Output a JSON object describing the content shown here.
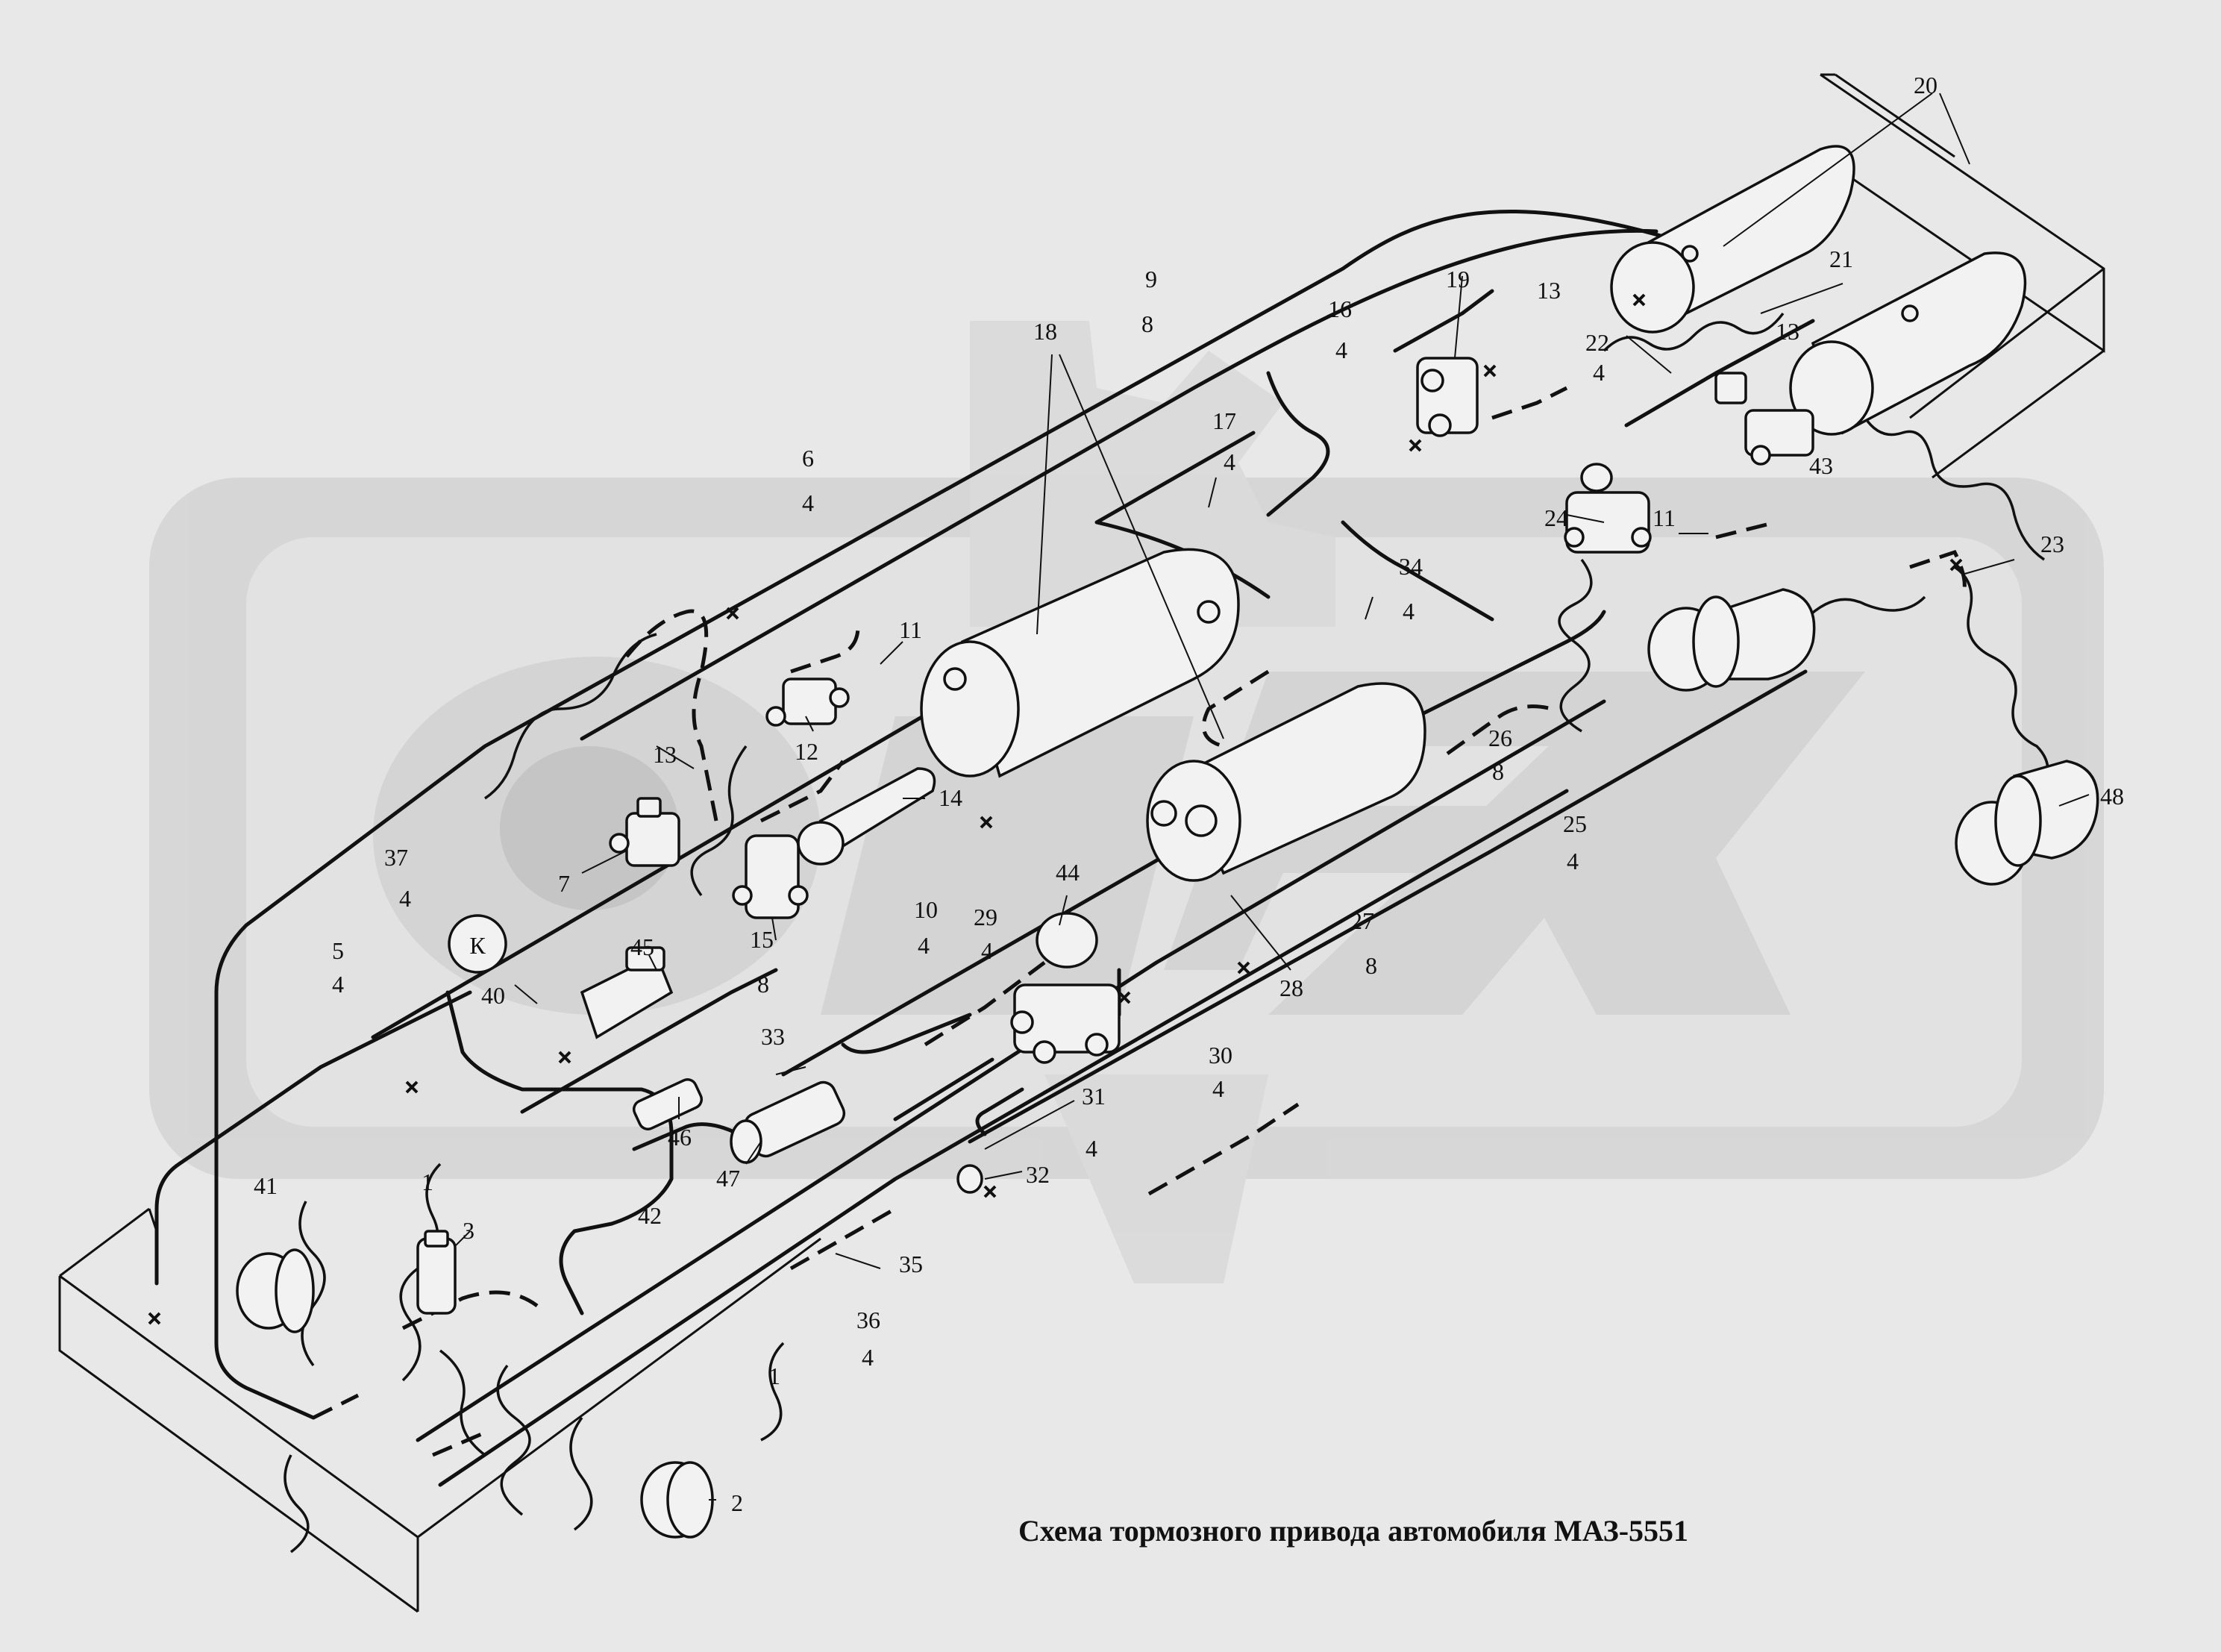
{
  "caption": "Схема тормозного привода автомобиля МАЗ-5551",
  "k_label": "К",
  "callouts": {
    "n20": "20",
    "n21": "21",
    "n19": "19",
    "n13a": "13",
    "n22": "22",
    "n4a": "4",
    "n13b": "13",
    "n43": "43",
    "n9": "9",
    "n8a": "8",
    "n16": "16",
    "n4b": "4",
    "n18": "18",
    "n17": "17",
    "n4c": "4",
    "n6": "6",
    "n4d": "4",
    "n24": "24",
    "n11a": "11",
    "n23": "23",
    "n34": "34",
    "n4e": "4",
    "n11b": "11",
    "n12": "12",
    "n13c": "13",
    "n14": "14",
    "n26": "26",
    "n8b": "8",
    "n25": "25",
    "n4f": "4",
    "n48": "48",
    "n37": "37",
    "n4g": "4",
    "n7": "7",
    "n15": "15",
    "n8c": "8",
    "n10": "10",
    "n4h": "4",
    "n29": "29",
    "n4i": "4",
    "n44": "44",
    "n28": "28",
    "n27": "27",
    "n8d": "8",
    "n5": "5",
    "n4j": "4",
    "n45": "45",
    "n40": "40",
    "n33": "33",
    "n46": "46",
    "n47": "47",
    "n30": "30",
    "n4k": "4",
    "n31": "31",
    "n4l": "4",
    "n32": "32",
    "n41": "41",
    "n1a": "1",
    "n42": "42",
    "n3": "3",
    "n35": "35",
    "n36": "36",
    "n4m": "4",
    "n1b": "1",
    "n2": "2"
  }
}
